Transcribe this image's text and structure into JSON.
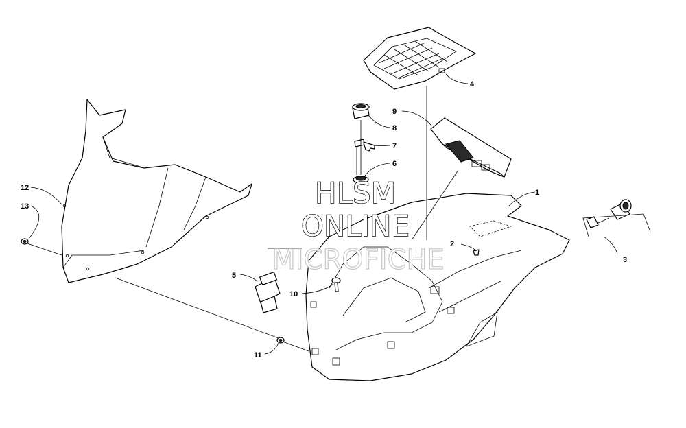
{
  "watermark": {
    "line1": "HLSM",
    "line2": "ONLINE",
    "line3": "MICROFICHE"
  },
  "callouts": {
    "c1": "1",
    "c2": "2",
    "c3": "3",
    "c4": "4",
    "c5": "5",
    "c6": "6",
    "c7": "7",
    "c8": "8",
    "c9": "9",
    "c10": "10",
    "c11": "11",
    "c12": "12",
    "c13": "13"
  },
  "colors": {
    "line": "#000000",
    "background": "#ffffff",
    "watermark_outline": "#000000",
    "watermark_faint": "#c8c8c8"
  }
}
